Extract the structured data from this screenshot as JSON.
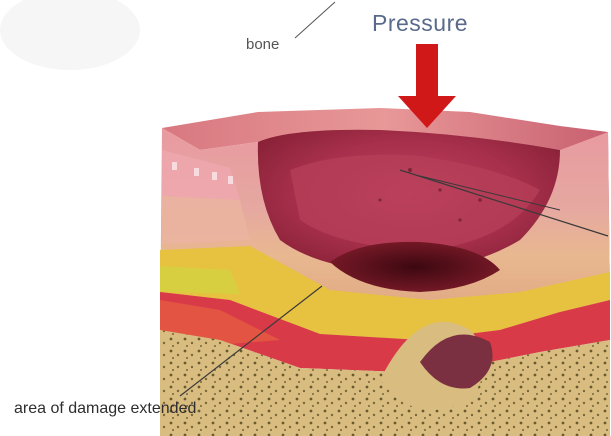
{
  "labels": {
    "pressure": "Pressure",
    "bone": "bone",
    "damage": "area of damage extended"
  },
  "colors": {
    "arrow": "#d01818",
    "skin_surface": "#e8a0a0",
    "wound": "#a83050",
    "wound_deep": "#5a1020",
    "fat": "#e8c040",
    "bone": "#d8b878",
    "muscle": "#c83040"
  }
}
